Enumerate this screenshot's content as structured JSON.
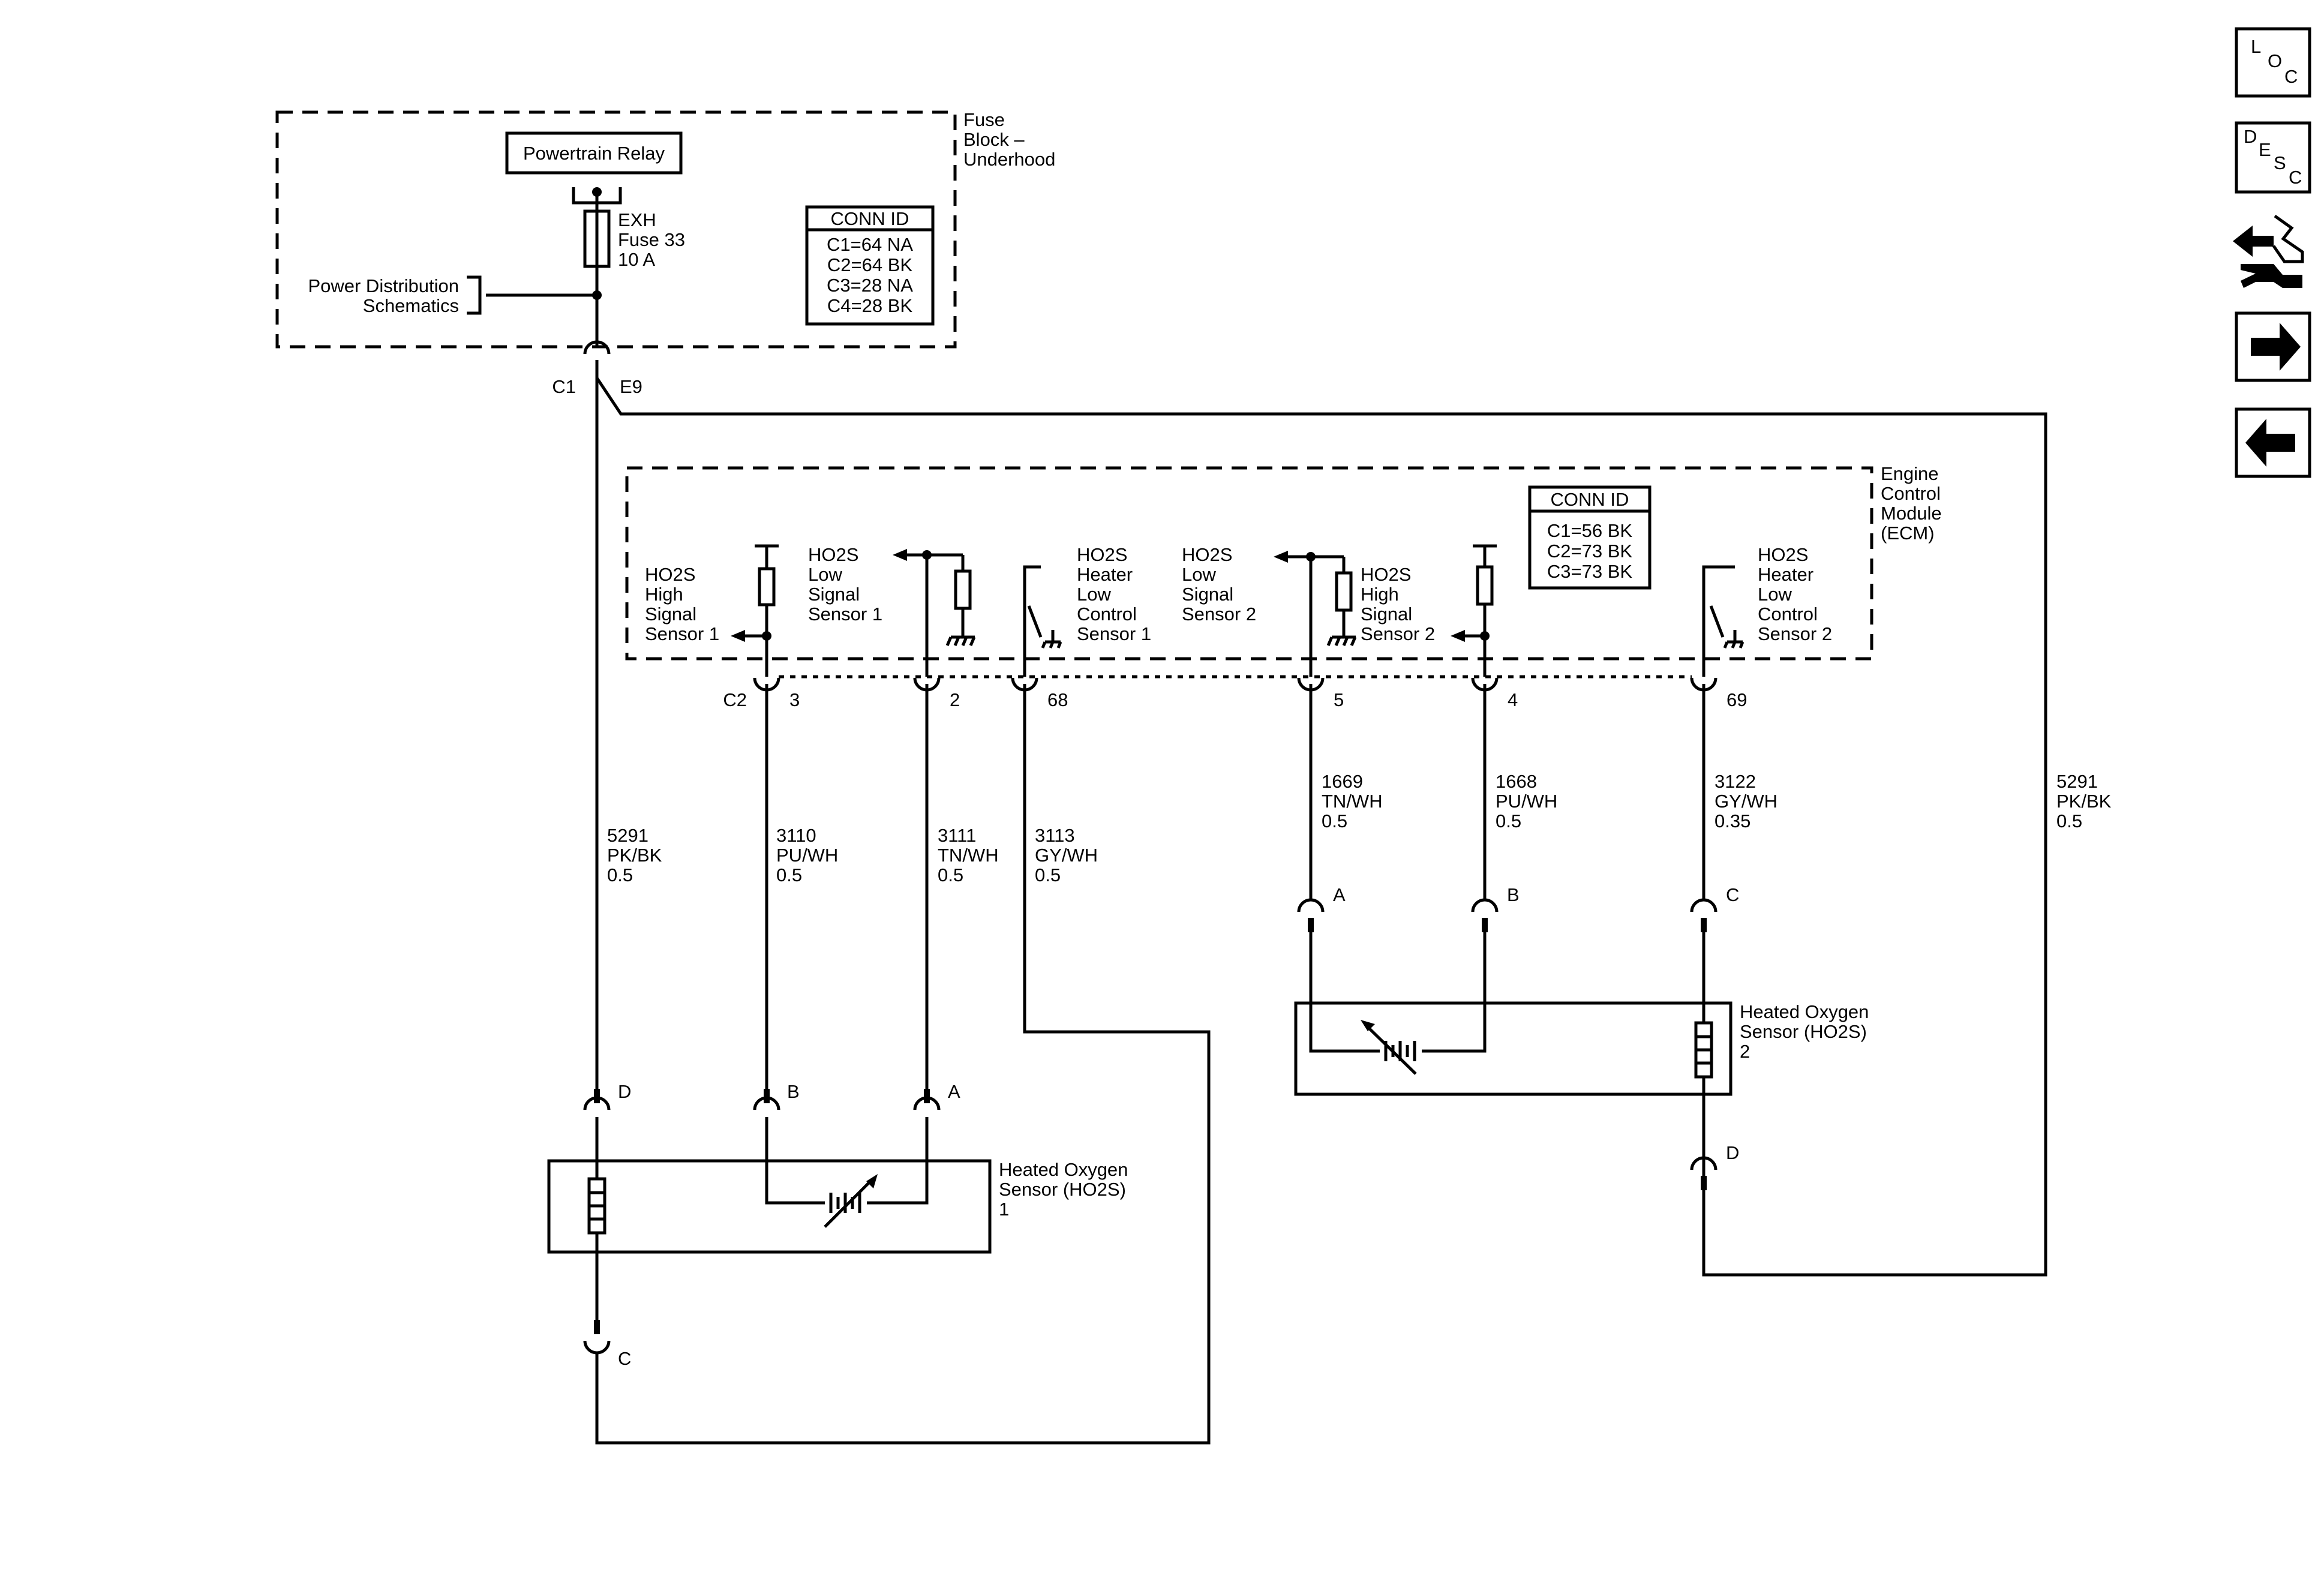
{
  "fuse_block": {
    "title_lines": [
      "Fuse",
      "Block –",
      "Underhood"
    ]
  },
  "powertrain_relay": "Powertrain Relay",
  "fuse": {
    "lines": [
      "EXH",
      "Fuse 33",
      "10 A"
    ]
  },
  "power_distribution": {
    "lines": [
      "Power Distribution",
      "Schematics"
    ]
  },
  "fuse_conn": {
    "title": "CONN ID",
    "rows": [
      "C1=64 NA",
      "C2=64 BK",
      "C3=28 NA",
      "C4=28 BK"
    ]
  },
  "fuse_pins": {
    "connector": "C1",
    "pin": "E9"
  },
  "ecm": {
    "title_lines": [
      "Engine",
      "Control",
      "Module",
      "(ECM)"
    ],
    "conn": {
      "title": "CONN ID",
      "rows": [
        "C1=56 BK",
        "C2=73 BK",
        "C3=73 BK"
      ]
    },
    "connector": "C2",
    "labels": {
      "high1": [
        "HO2S",
        "High",
        "Signal",
        "Sensor 1"
      ],
      "low1": [
        "HO2S",
        "Low",
        "Signal",
        "Sensor 1"
      ],
      "heater1": [
        "HO2S",
        "Heater",
        "Low",
        "Control",
        "Sensor 1"
      ],
      "low2": [
        "HO2S",
        "Low",
        "Signal",
        "Sensor 2"
      ],
      "high2": [
        "HO2S",
        "High",
        "Signal",
        "Sensor 2"
      ],
      "heater2": [
        "HO2S",
        "Heater",
        "Low",
        "Control",
        "Sensor 2"
      ]
    },
    "pins": [
      "3",
      "2",
      "68",
      "5",
      "4",
      "69"
    ]
  },
  "wires": {
    "w5291_left": [
      "5291",
      "PK/BK",
      "0.5"
    ],
    "w3110": [
      "3110",
      "PU/WH",
      "0.5"
    ],
    "w3111": [
      "3111",
      "TN/WH",
      "0.5"
    ],
    "w3113": [
      "3113",
      "GY/WH",
      "0.5"
    ],
    "w1669": [
      "1669",
      "TN/WH",
      "0.5"
    ],
    "w1668": [
      "1668",
      "PU/WH",
      "0.5"
    ],
    "w3122": [
      "3122",
      "GY/WH",
      "0.35"
    ],
    "w5291_right": [
      "5291",
      "PK/BK",
      "0.5"
    ]
  },
  "sensor1": {
    "title_lines": [
      "Heated Oxygen",
      "Sensor (HO2S)",
      "1"
    ],
    "pins": {
      "d": "D",
      "b": "B",
      "a": "A",
      "c": "C"
    }
  },
  "sensor2": {
    "title_lines": [
      "Heated Oxygen",
      "Sensor (HO2S)",
      "2"
    ],
    "pins": {
      "a": "A",
      "b": "B",
      "c": "C",
      "d": "D"
    }
  },
  "nav": {
    "loc": [
      "L",
      "O",
      "C"
    ],
    "desc": [
      "D",
      "E",
      "S",
      "C"
    ]
  }
}
